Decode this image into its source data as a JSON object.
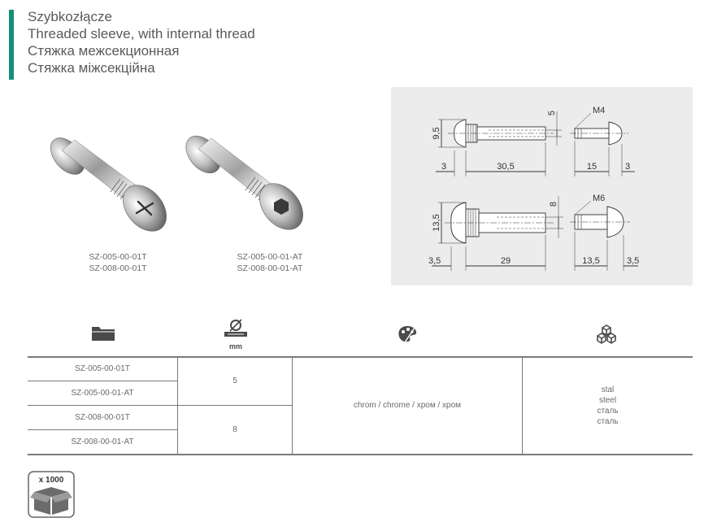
{
  "header": {
    "title_pl": "Szybkozłącze",
    "title_en": "Threaded sleeve, with internal thread",
    "title_ru": "Стяжка межсекционная",
    "title_uk": "Стяжка міжсекційна",
    "accent_color": "#12907a"
  },
  "products": [
    {
      "codes": [
        "SZ-005-00-01T",
        "SZ-008-00-01T"
      ],
      "style": "phillips-head"
    },
    {
      "codes": [
        "SZ-005-00-01-AT",
        "SZ-008-00-01-AT"
      ],
      "style": "hex-socket-head"
    }
  ],
  "drawings": {
    "top": {
      "head_height": "9,5",
      "thread_depth": "5",
      "head_width": "3",
      "sleeve_length": "30,5",
      "screw_thread": "M4",
      "screw_length": "15",
      "screw_head": "3"
    },
    "bottom": {
      "head_height": "13,5",
      "thread_depth": "8",
      "head_width": "3,5",
      "sleeve_length": "29",
      "screw_thread": "M6",
      "screw_length": "13,5",
      "screw_head": "3,5"
    }
  },
  "table": {
    "icons": [
      "folder-icon",
      "diameter-mm-icon",
      "palette-icon",
      "material-cubes-icon"
    ],
    "diameter_unit": "mm",
    "codes": [
      "SZ-005-00-01T",
      "SZ-005-00-01-AT",
      "SZ-008-00-01T",
      "SZ-008-00-01-AT"
    ],
    "diameters": [
      "5",
      "8"
    ],
    "finish": "chrom / chrome / хром / хром",
    "material": [
      "stal",
      "steel",
      "сталь",
      "сталь"
    ]
  },
  "packaging": {
    "quantity": "x 1000",
    "icon": "box-icon"
  }
}
